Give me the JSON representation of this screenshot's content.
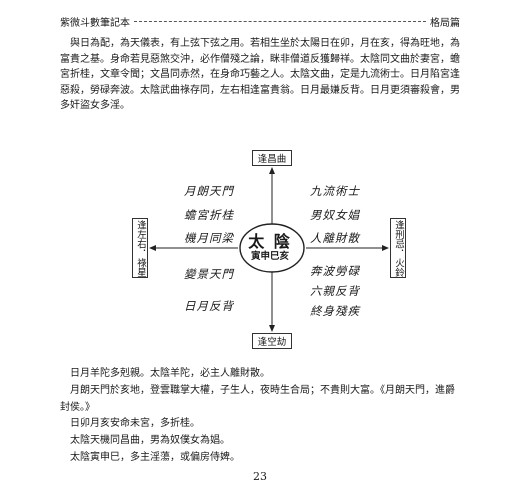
{
  "header": {
    "book_title": "紫微斗數筆記本",
    "section": "格局篇"
  },
  "top_paragraphs": [
    "與日為配，為天儀表，有上弦下弦之用。若相生坐於太陽日在卯，月在亥，得為旺地，為富貴之基。身命若見惡煞交沖，必作僧殘之論，眯非僧道反獲歸祥。太陰同文曲於妻宮，蟾宮折桂，文章令聞；文昌同赤然，在身命巧藝之人。太陰文曲，定是九流術士。日月陷宮逢惡殺，勞碌奔波。太陰武曲祿存同，左右相逢富貴翁。日月最嫌反背。日月更須審殺會，男多奸盜女多淫。"
  ],
  "diagram": {
    "box_top": "逢昌曲",
    "box_bottom": "逢空劫",
    "box_left": "逢左右．祿星",
    "box_right": "逢刑忌．火鈴",
    "center_main": "太 陰",
    "center_sub": "寅申巳亥",
    "left_lines": [
      "月朗天門",
      "蟾宮折桂",
      "機月同梁",
      "變景天門",
      "日月反背"
    ],
    "right_lines": [
      "九流術士",
      "男奴女娼",
      "人離財散",
      "奔波勞碌",
      "六親反背",
      "終身殘疾"
    ]
  },
  "bottom_paragraphs": [
    "日月羊陀多剋親。太陰羊陀，必主人離財散。",
    "月朗天門於亥地，登雲職掌大權，子生人，夜時生合局；不貴則大富。《月朗天門，進爵封侯。》",
    "日卯月亥安命未宮，多折桂。",
    "太陰天機同昌曲，男為奴僕女為娼。",
    "太陰寅申巳，多主淫蕩，或偏房侍婢。"
  ],
  "page_number": "23"
}
